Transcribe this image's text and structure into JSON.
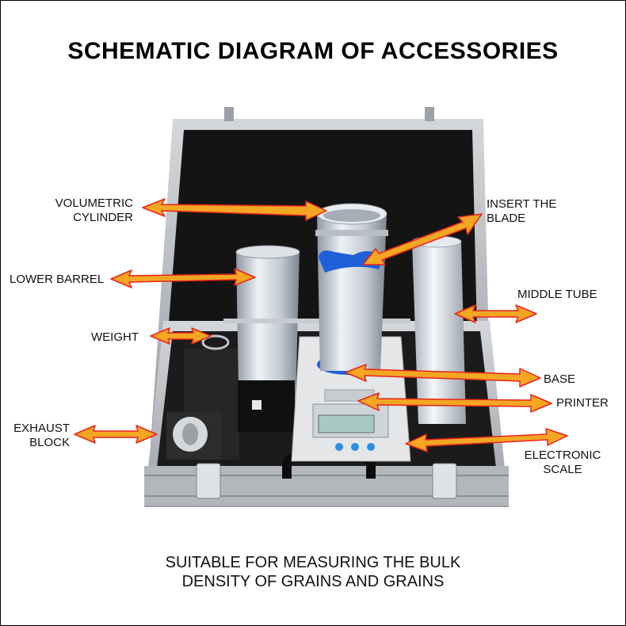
{
  "title": "SCHEMATIC DIAGRAM OF ACCESSORIES",
  "labels": {
    "volumetric_cylinder": [
      "VOLUMETRIC",
      "CYLINDER"
    ],
    "insert_the_blade": [
      "INSERT THE",
      "BLADE"
    ],
    "lower_barrel": "LOWER BARREL",
    "middle_tube": "MIDDLE TUBE",
    "weight": "WEIGHT",
    "base": "BASE",
    "printer": "PRINTER",
    "exhaust_block": [
      "EXHAUST",
      "BLOCK"
    ],
    "electronic_scale": [
      "ELECTRONIC",
      "SCALE"
    ]
  },
  "caption": [
    "SUITABLE FOR MEASURING THE BULK",
    "DENSITY OF GRAINS AND GRAINS"
  ],
  "colors": {
    "arrow_fill": "#f5a623",
    "arrow_outline": "#e8231e",
    "case_frame": "#b9bcc0",
    "case_interior": "#161616",
    "tube_metal": "#cfd5dc",
    "blue_part": "#1f5fd8"
  }
}
